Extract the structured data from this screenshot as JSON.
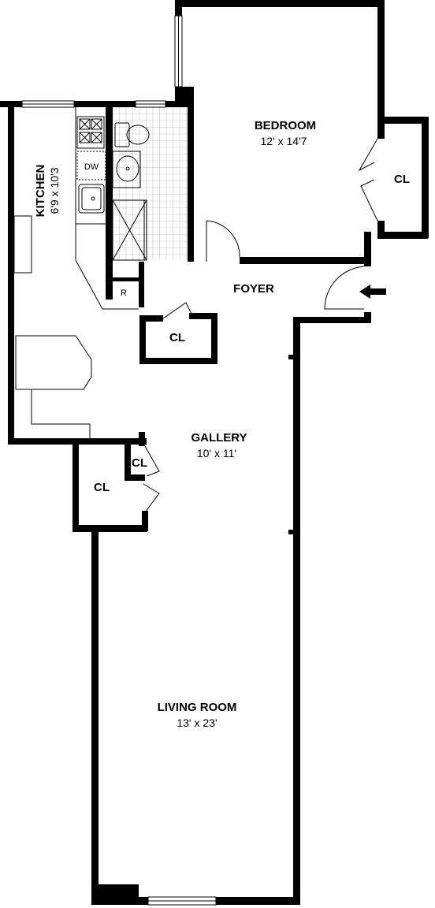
{
  "rooms": {
    "bedroom": {
      "name": "BEDROOM",
      "size": "12' x 14'7"
    },
    "kitchen": {
      "name": "KITCHEN",
      "size": "6'9 x 10'3"
    },
    "foyer": {
      "name": "FOYER"
    },
    "gallery": {
      "name": "GALLERY",
      "size": "10' x 11'"
    },
    "living_room": {
      "name": "LIVING ROOM",
      "size": "13' x 23'"
    }
  },
  "closets": {
    "bedroom_closet": "CL",
    "foyer_closet": "CL",
    "gallery_small_closet": "CL",
    "gallery_closet": "CL"
  },
  "appliances": {
    "dishwasher": "DW",
    "refrigerator": "R"
  },
  "colors": {
    "wall": "#000000",
    "background": "#ffffff",
    "tile_grid": "#c9c9c9"
  }
}
